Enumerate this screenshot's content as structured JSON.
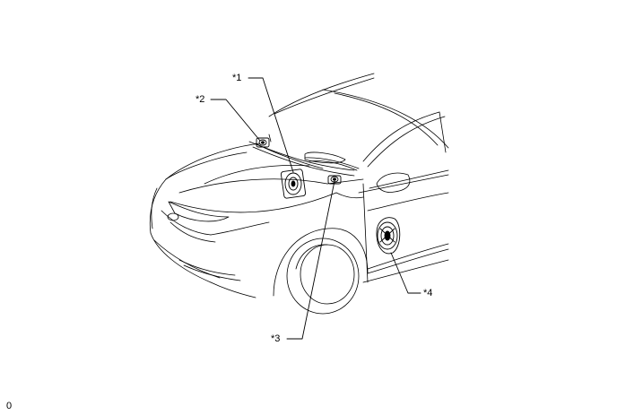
{
  "callouts": {
    "c1": "*1",
    "c2": "*2",
    "c3": "*3",
    "c4": "*4"
  },
  "figure_code": "0",
  "colors": {
    "line": "#000000",
    "background": "#ffffff"
  }
}
